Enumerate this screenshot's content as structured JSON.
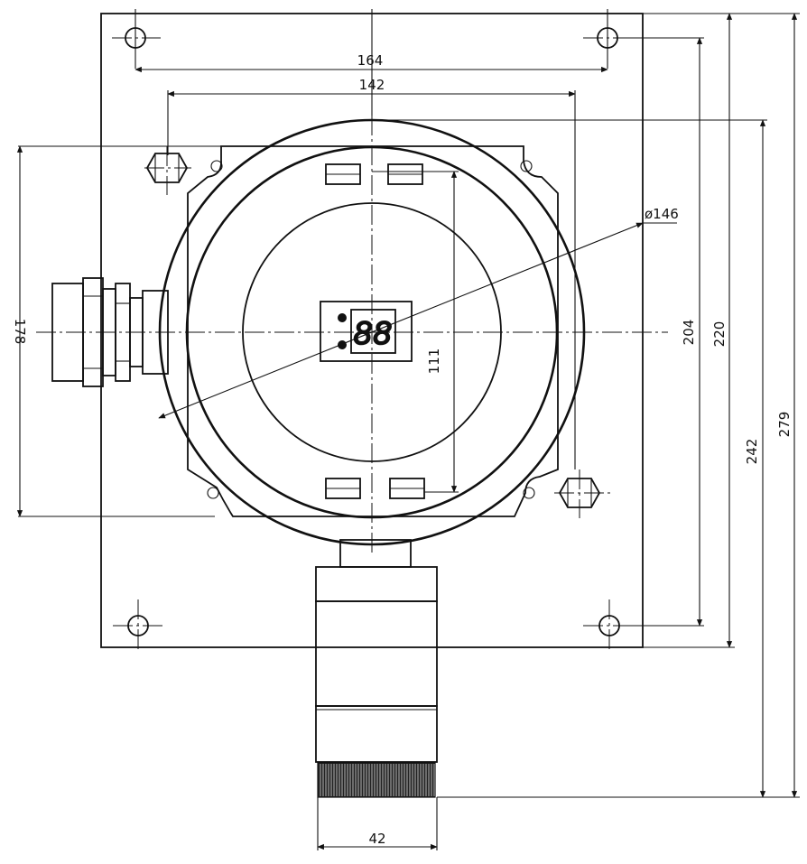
{
  "drawing": {
    "dimensions": {
      "d164": "164",
      "d142": "142",
      "d146": "ø146",
      "d178": "178",
      "d111": "111",
      "d204": "204",
      "d220": "220",
      "d242": "242",
      "d279": "279",
      "d42": "42"
    },
    "display_digits": "88"
  }
}
